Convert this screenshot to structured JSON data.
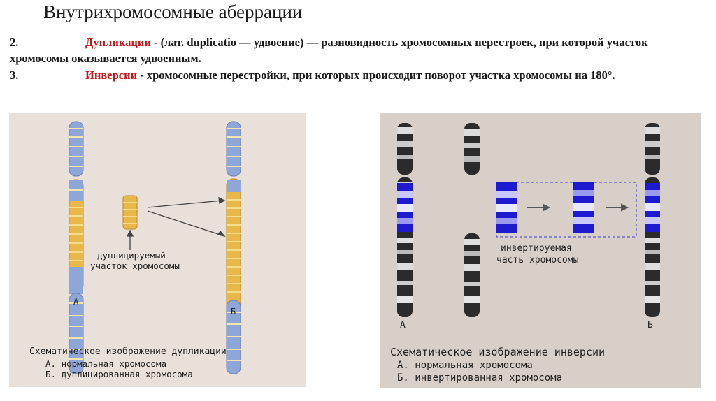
{
  "title": "Внутрихромосомные аберрации",
  "duplication": {
    "number": "2.",
    "term": "Дупликации",
    "dash": " - ",
    "text": "(лат. duplicatio — удвоение) — разновидность хромосомных перестроек, при которой участок хромосомы оказывается удвоенным."
  },
  "inversion": {
    "number": "3.",
    "term": "Инверсии",
    "text": " - хромосомные перестройки, при которых происходит поворот участка хромосомы на 180°."
  },
  "left_figure": {
    "label_a": "А",
    "label_b": "Б",
    "segment_label_1": "дуплицируемый",
    "segment_label_2": "участок хромосомы",
    "caption_1": "Схематическое изображение дупликации",
    "caption_2": "А. нормальная хромосома",
    "caption_3": "Б. дуплицированная хромосома",
    "colors": {
      "blue": "#8ea6d8",
      "yellow": "#e8b94a",
      "background": "#e9e0d9"
    }
  },
  "right_figure": {
    "label_a": "А",
    "label_b": "Б",
    "segment_label_1": "инвертируемая",
    "segment_label_2": "часть хромосомы",
    "caption_1": "Схематическое изображение инверсии",
    "caption_2": "А. нормальная хромосома",
    "caption_3": "Б. инвертированная хромосома",
    "colors": {
      "dark": "#2b2b2b",
      "blue": "#1d1ad0",
      "background": "#d8cfc9"
    }
  }
}
